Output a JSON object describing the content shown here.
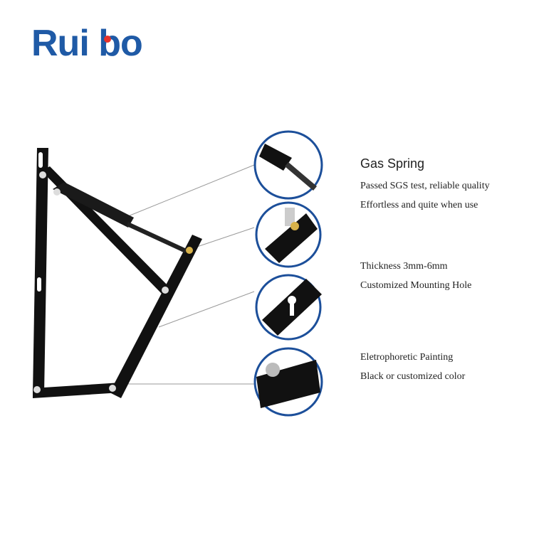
{
  "brand": {
    "name": "Rui bo",
    "color": "#1f5aa6",
    "accent": "#e6322b"
  },
  "features": [
    {
      "title": "Gas Spring",
      "lines": [
        "Passed SGS test, reliable quality",
        "Effortless and quite when use"
      ]
    },
    {
      "lines": [
        "Thickness 3mm-6mm",
        "Customized Mounting Hole"
      ]
    },
    {
      "lines": [
        "Eletrophoretic Painting",
        "Black or customized color"
      ]
    }
  ],
  "colors": {
    "metal": "#111111",
    "circle_border": "#1c4f9a",
    "leader": "#9a9a9a"
  }
}
